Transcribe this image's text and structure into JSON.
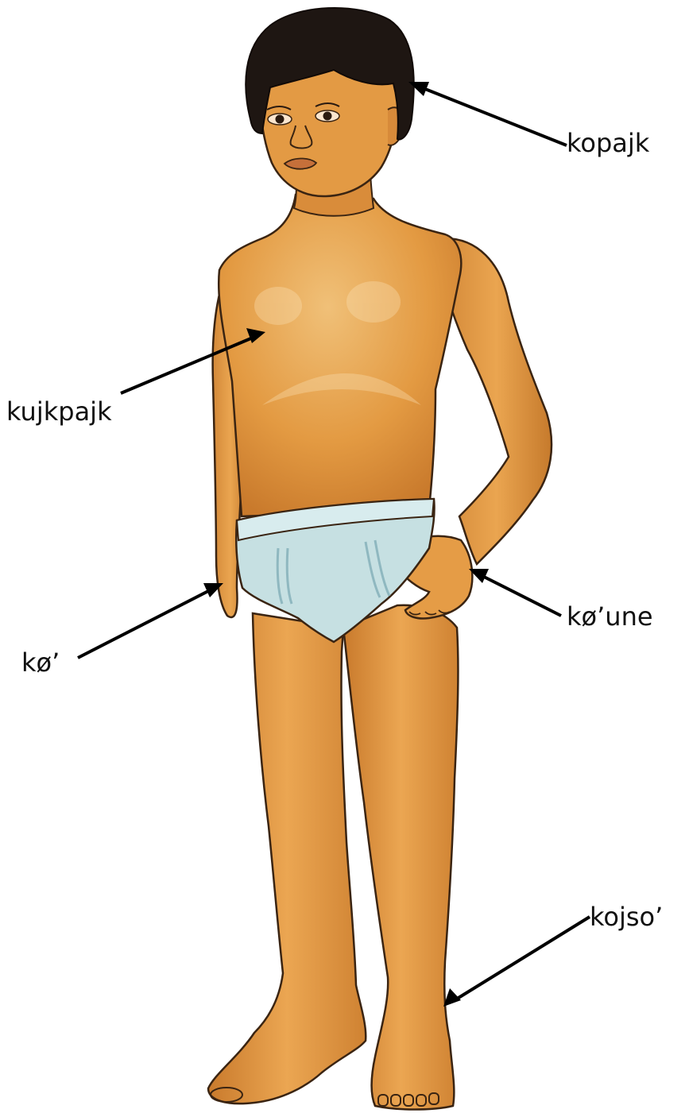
{
  "labels": {
    "head": "kopajk",
    "chest": "kujkpajk",
    "hand": "kø’une",
    "arm": "kø’",
    "foot": "kojso’"
  },
  "colors": {
    "skin": "#e0953c",
    "skin_light": "#efb866",
    "skin_shadow": "#b86d24",
    "hair": "#1e1612",
    "underwear": "#c6e0e2",
    "underwear_shadow": "#8fb8c0",
    "outline": "#3a2412",
    "arrow": "#000000"
  }
}
